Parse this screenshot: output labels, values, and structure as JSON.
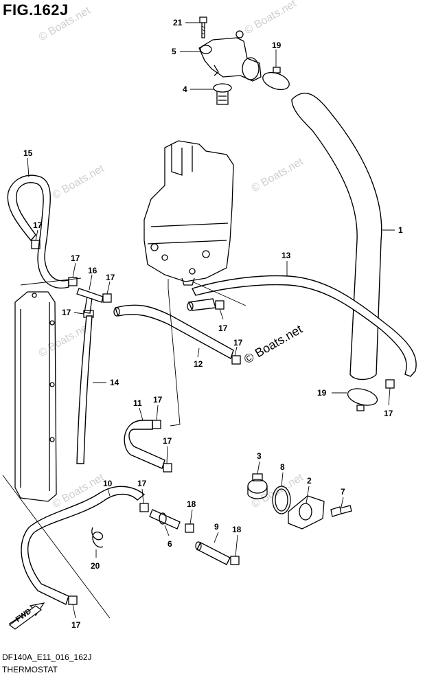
{
  "figure": {
    "title": "FIG.162J",
    "footer_code": "DF140A_E11_016_162J",
    "footer_name": "THERMOSTAT"
  },
  "watermark": {
    "text": "© Boats.net"
  },
  "part_labels": {
    "p21": "21",
    "p5": "5",
    "p19a": "19",
    "p4": "4",
    "p15": "15",
    "p17a": "17",
    "p17b": "17",
    "p16": "16",
    "p17c": "17",
    "p17d": "17",
    "p13": "13",
    "p1": "1",
    "p17e": "17",
    "p17f": "17",
    "p12": "12",
    "p14": "14",
    "p19b": "19",
    "p17g": "17",
    "p11": "11",
    "p17h": "17",
    "p17i": "17",
    "p3": "3",
    "p8": "8",
    "p2": "2",
    "p7": "7",
    "p10": "10",
    "p17j": "17",
    "p18a": "18",
    "p9": "9",
    "p18b": "18",
    "p6": "6",
    "p20": "20",
    "p17k": "17"
  },
  "fwd_label": "FWD"
}
